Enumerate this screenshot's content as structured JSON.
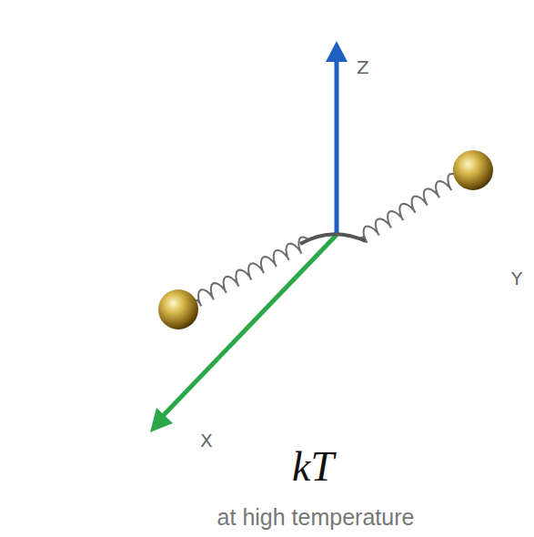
{
  "diagram": {
    "labels": [
      "Z",
      "Y",
      "X",
      "kT",
      "at high temperature"
    ]
  }
}
